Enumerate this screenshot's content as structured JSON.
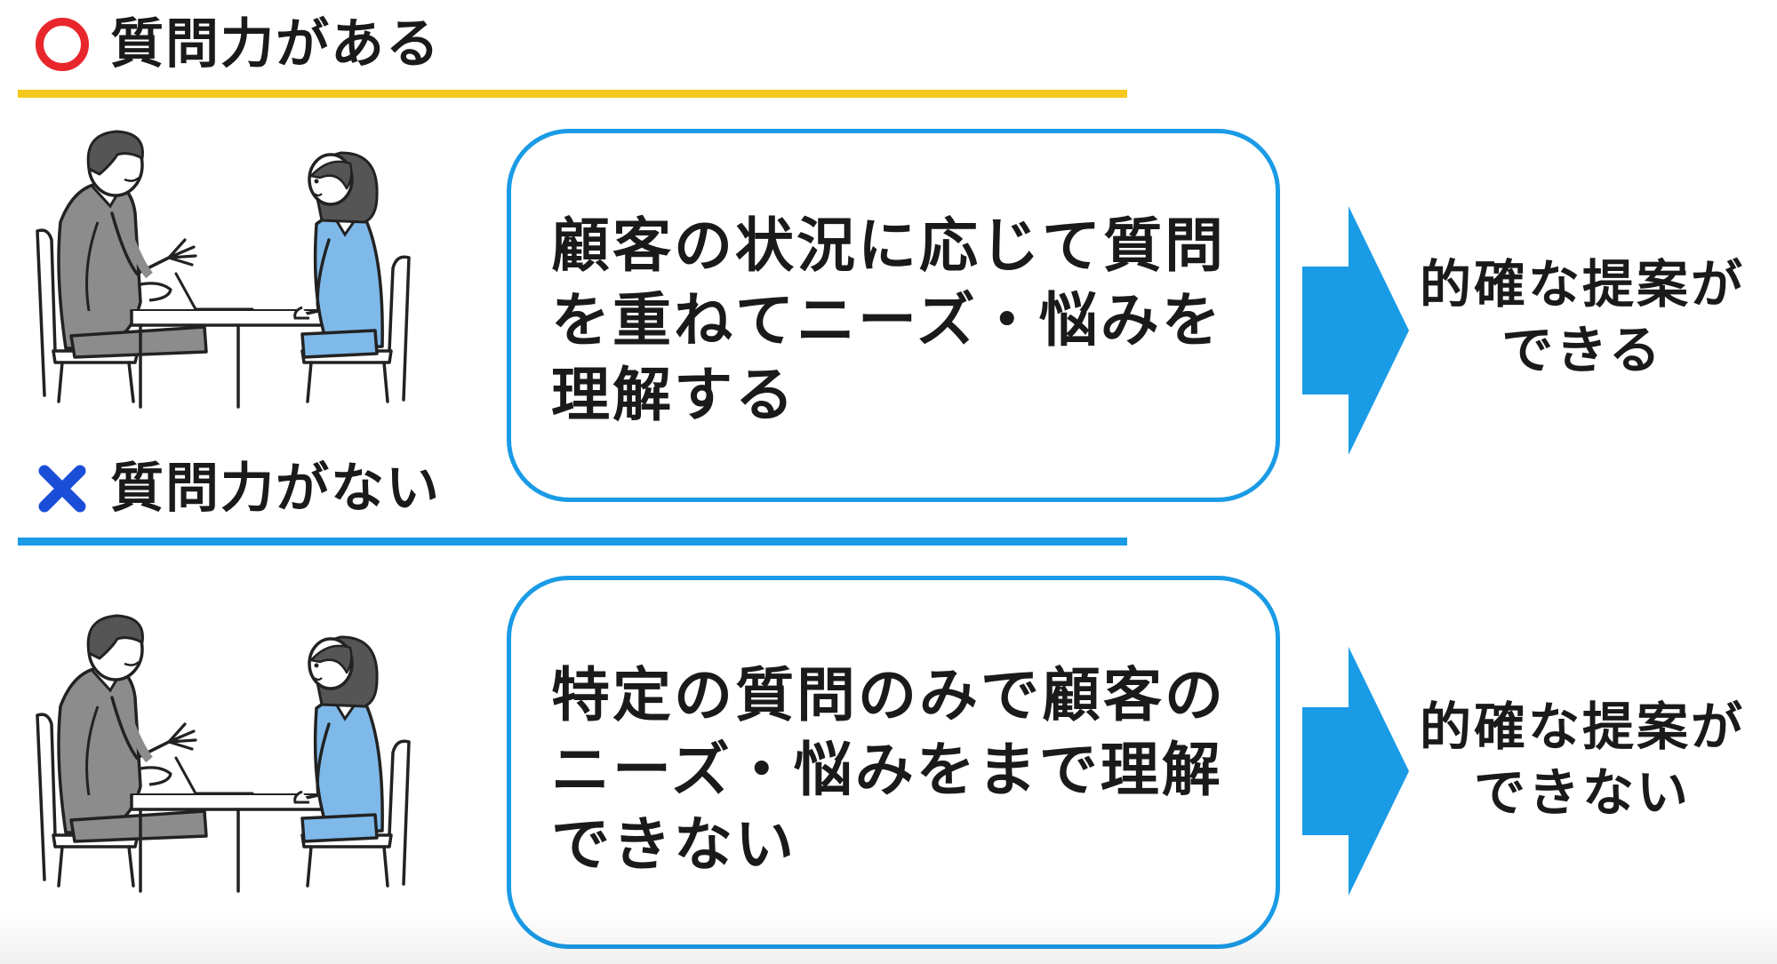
{
  "sections": {
    "good": {
      "heading": "質問力がある",
      "bubble_lines": [
        "顧客の状況に応じて質問",
        "を重ねてニーズ・悩みを",
        "理解する"
      ],
      "result_lines": [
        "的確な提案が",
        "できる"
      ]
    },
    "bad": {
      "heading": "質問力がない",
      "bubble_lines": [
        "特定の質問のみで顧客の",
        "ニーズ・悩みをまで理解",
        "できない"
      ],
      "result_lines": [
        "的確な提案が",
        "できない"
      ]
    }
  },
  "icons": {
    "good_mark": "red-circle-icon",
    "bad_mark": "blue-x-icon",
    "arrow": "right-arrow-icon",
    "illustration": "two-people-meeting-at-table"
  },
  "colors": {
    "circle_mark": "#e8262c",
    "x_mark": "#1a4ed8",
    "good_rule": "#f4c81c",
    "bad_rule": "#1a9be6",
    "bubble_border": "#1a9be6",
    "arrow": "#1a9be6",
    "suit": "#8c8c8c",
    "blouse": "#7fb9ea",
    "hair": "#555555"
  }
}
